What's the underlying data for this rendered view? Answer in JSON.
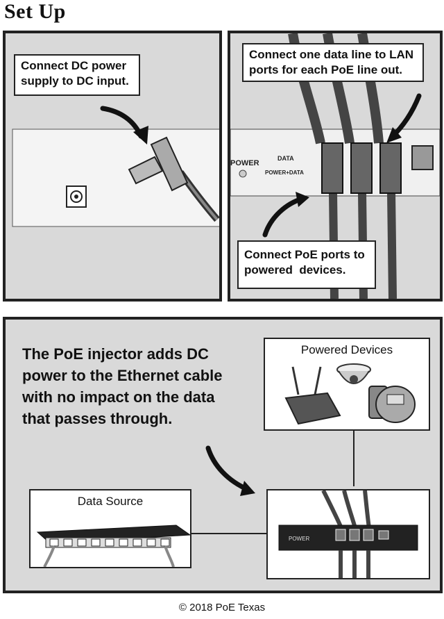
{
  "title": "Set Up",
  "panel1": {
    "callout": [
      "Connect DC power",
      "supply to DC input."
    ]
  },
  "panel2": {
    "callout_top": [
      "Connect one data line to LAN",
      "ports for each PoE line out."
    ],
    "callout_bottom": [
      "Connect PoE ports to",
      "powered  devices."
    ],
    "device_labels": {
      "power": "POWER",
      "data": "DATA",
      "power_data": "POWER+DATA"
    }
  },
  "panel3": {
    "description": [
      "The PoE injector adds DC",
      "power to the Ethernet cable",
      "with no impact on the data",
      "that passes through."
    ],
    "powered_devices_label": "Powered Devices",
    "data_source_label": "Data Source",
    "injector_power_label": "POWER"
  },
  "footer": "© 2018 PoE Texas"
}
